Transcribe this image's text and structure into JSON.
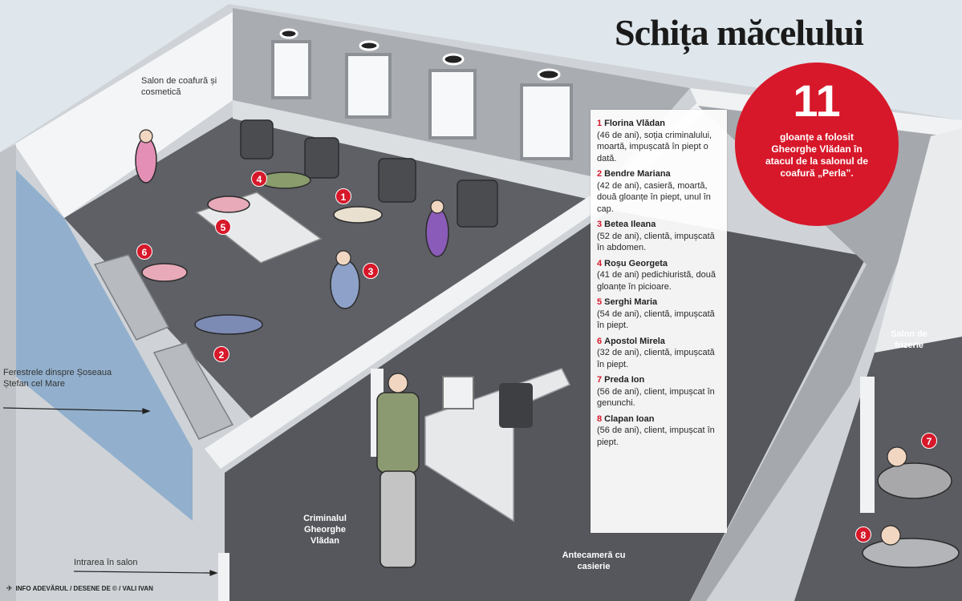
{
  "title": "Schița măcelului",
  "badge": {
    "number": "11",
    "text": "gloanțe a folosit Gheorghe Vlădan în atacul de la salonul de coafură „Perla”."
  },
  "victims": [
    {
      "num": "1",
      "name": "Florina Vlădan",
      "desc": "(46 de ani), soția criminalului, moartă, impușcată în piept o dată."
    },
    {
      "num": "2",
      "name": "Bendre Mariana",
      "desc": "(42 de ani), casieră, moartă, două gloanțe în piept, unul în cap."
    },
    {
      "num": "3",
      "name": "Betea Ileana",
      "desc": "(52 de ani), clientă, impușcată în abdomen."
    },
    {
      "num": "4",
      "name": "Roșu Georgeta",
      "desc": "(41 de ani) pedichiuristă, două gloanțe în picioare."
    },
    {
      "num": "5",
      "name": "Serghi Maria",
      "desc": "(54 de ani), clientă, impușcată în piept."
    },
    {
      "num": "6",
      "name": "Apostol Mirela",
      "desc": "(32 de ani), clientă, impușcată în piept."
    },
    {
      "num": "7",
      "name": "Preda Ion",
      "desc": "(56 de ani), client, impușcat în genunchi."
    },
    {
      "num": "8",
      "name": "Clapan Ioan",
      "desc": "(56 de ani), client, impușcat în piept."
    }
  ],
  "labels": {
    "salon_coafura": "Salon de coafură și cosmetică",
    "ferestre": "Ferestrele dinspre Șoseaua Ștefan cel Mare",
    "intrare": "Intrarea în salon",
    "criminal": "Criminalul Gheorghe Vlădan",
    "anticamera": "Antecameră cu casierie",
    "frizerie": "Salon de frizerie"
  },
  "credit": "INFO ADEVĂRUL / DESENE DE © / VALI IVAN",
  "colors": {
    "accent": "#d7182a",
    "floor": "#5b5d62",
    "wall": "#e8eaec"
  }
}
